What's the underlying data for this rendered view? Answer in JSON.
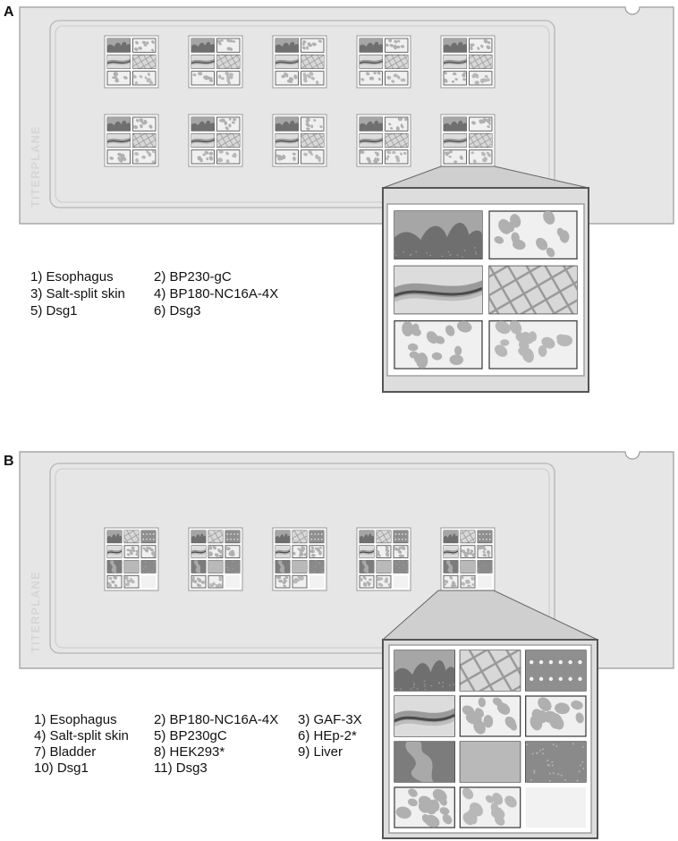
{
  "colors": {
    "slide_fill": "#e6e6e6",
    "slide_stroke": "#9a9a9a",
    "inner_frame": "#b5b5b5",
    "tissue_dark": "#808080",
    "tissue_mid": "#a8a8a8",
    "tissue_light": "#f0f0f0",
    "spot_fill": "#b0b0b0",
    "zoom_frame": "#555555",
    "text": "#111111"
  },
  "panels": [
    {
      "label": "A",
      "brand": "TITERPLANE",
      "field_layout": "2-column grid, 3 rows, 10 fields",
      "legend": [
        [
          "1) Esophagus",
          "2) BP230-gC"
        ],
        [
          "3) Salt-split skin",
          "4) BP180-NC16A-4X"
        ],
        [
          "5) Dsg1",
          "6) Dsg3"
        ]
      ],
      "biochips": [
        "esophagus",
        "dots",
        "skin",
        "hatch",
        "cells",
        "cells2"
      ]
    },
    {
      "label": "B",
      "brand": "TITERPLANE",
      "field_layout": "3-column grid, 4 rows, 5 fields",
      "legend": [
        [
          "1) Esophagus",
          "2) BP180-NC16A-4X",
          "3) GAF-3X"
        ],
        [
          "4) Salt-split skin",
          "5) BP230gC",
          "6) HEp-2*"
        ],
        [
          "7) Bladder",
          "8) HEK293*",
          "9) Liver"
        ],
        [
          "10) Dsg1",
          "11) Dsg3",
          ""
        ]
      ],
      "biochips": [
        "esophagus",
        "hatch",
        "dotgrid",
        "skin",
        "dots",
        "cells",
        "bladder",
        "plain",
        "liver",
        "cells",
        "cells2",
        "empty"
      ]
    }
  ]
}
